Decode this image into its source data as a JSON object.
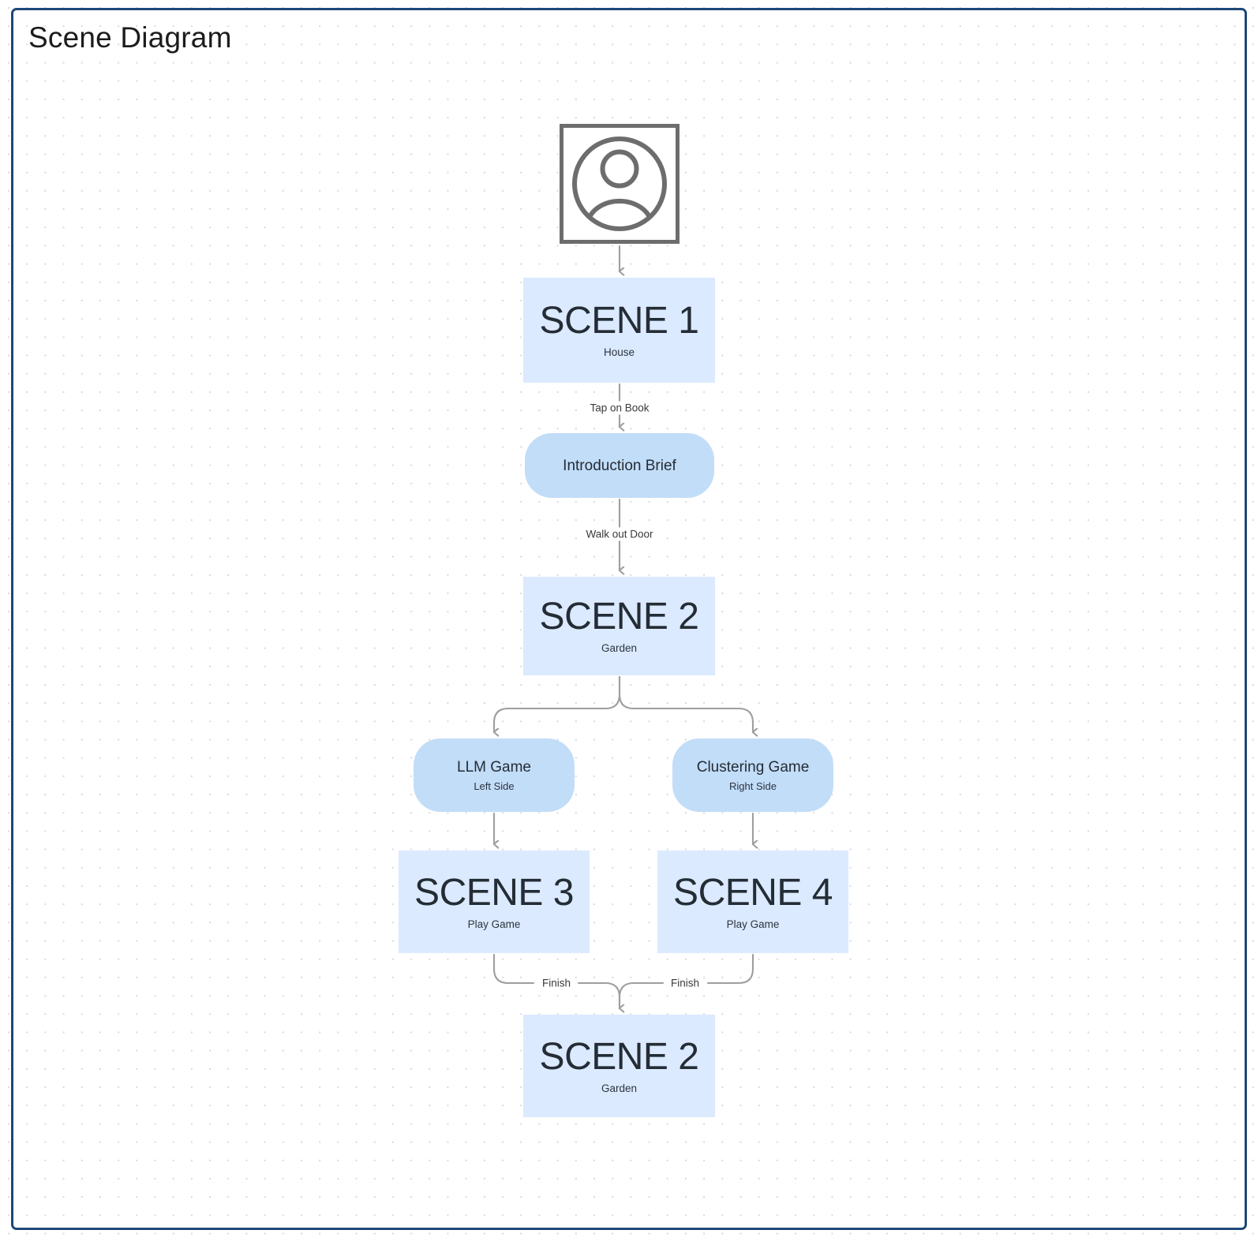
{
  "page": {
    "title": "Scene Diagram",
    "frame_color": "#1e4878",
    "canvas_background": "#ffffff",
    "grid_dot_color": "#d9d9de"
  },
  "colors": {
    "scene_fill": "#dbeafe",
    "action_fill": "#c2ddf8",
    "edge_stroke": "#9e9e9e",
    "icon_stroke": "#6d6d6d",
    "text_dark": "#242c35",
    "label_text": "#3a3a3a"
  },
  "nodes": [
    {
      "id": "start",
      "type": "icon",
      "icon": "user-avatar-icon"
    },
    {
      "id": "scene1",
      "type": "scene",
      "title": "SCENE 1",
      "subtitle": "House"
    },
    {
      "id": "intro",
      "type": "action",
      "title": "Introduction Brief",
      "subtitle": ""
    },
    {
      "id": "scene2",
      "type": "scene",
      "title": "SCENE 2",
      "subtitle": "Garden"
    },
    {
      "id": "llm",
      "type": "action",
      "title": "LLM Game",
      "subtitle": "Left Side"
    },
    {
      "id": "clustering",
      "type": "action",
      "title": "Clustering Game",
      "subtitle": "Right Side"
    },
    {
      "id": "scene3",
      "type": "scene",
      "title": "SCENE 3",
      "subtitle": "Play Game"
    },
    {
      "id": "scene4",
      "type": "scene",
      "title": "SCENE 4",
      "subtitle": "Play Game"
    },
    {
      "id": "scene2b",
      "type": "scene",
      "title": "SCENE 2",
      "subtitle": "Garden"
    }
  ],
  "edges": [
    {
      "from": "start",
      "to": "scene1",
      "label": ""
    },
    {
      "from": "scene1",
      "to": "intro",
      "label": "Tap on Book"
    },
    {
      "from": "intro",
      "to": "scene2",
      "label": "Walk out Door"
    },
    {
      "from": "scene2",
      "to": "llm",
      "label": ""
    },
    {
      "from": "scene2",
      "to": "clustering",
      "label": ""
    },
    {
      "from": "llm",
      "to": "scene3",
      "label": ""
    },
    {
      "from": "clustering",
      "to": "scene4",
      "label": ""
    },
    {
      "from": "scene3",
      "to": "scene2b",
      "label": "Finish"
    },
    {
      "from": "scene4",
      "to": "scene2b",
      "label": "Finish"
    }
  ],
  "edge_labels": {
    "tap_on_book": "Tap on Book",
    "walk_out_door": "Walk out Door",
    "finish_left": "Finish",
    "finish_right": "Finish"
  }
}
